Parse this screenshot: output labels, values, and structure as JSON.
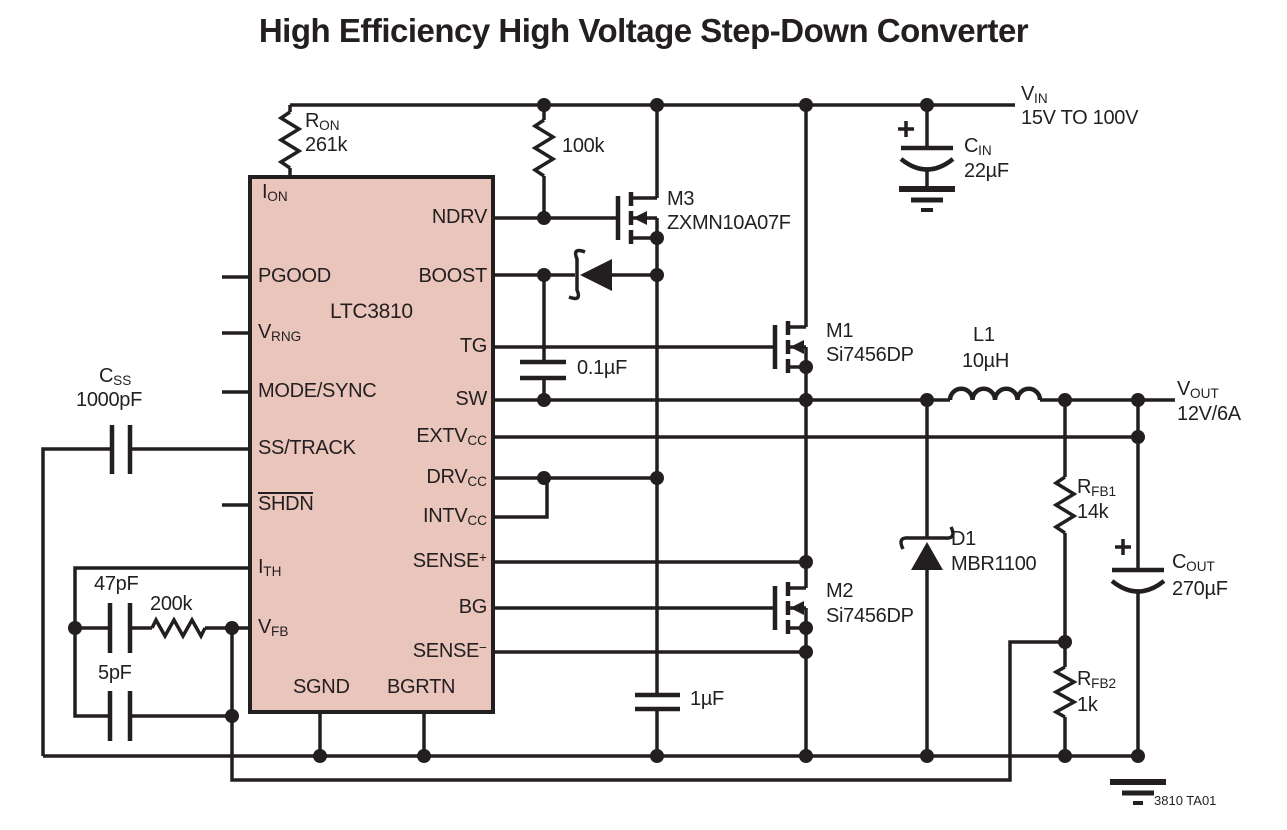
{
  "title": "High Efficiency High Voltage Step-Down Converter",
  "note": "3810 TA01",
  "colors": {
    "ink": "#231f20",
    "ic_fill": "#e9c5bb",
    "background": "#ffffff"
  },
  "ic": {
    "name": "LTC3810",
    "pins": {
      "ion": {
        "main": "I",
        "sub": "ON"
      },
      "pgood": {
        "main": "PGOOD"
      },
      "vrng": {
        "main": "V",
        "sub": "RNG"
      },
      "modesync": {
        "main": "MODE/SYNC"
      },
      "sstrack": {
        "main": "SS/TRACK"
      },
      "shdn": {
        "main": "SHDN"
      },
      "ith": {
        "main": "I",
        "sub": "TH"
      },
      "vfb": {
        "main": "V",
        "sub": "FB"
      },
      "sgnd": {
        "main": "SGND"
      },
      "bgrtn": {
        "main": "BGRTN"
      },
      "ndrv": {
        "main": "NDRV"
      },
      "boost": {
        "main": "BOOST"
      },
      "tg": {
        "main": "TG"
      },
      "sw": {
        "main": "SW"
      },
      "extvcc": {
        "main": "EXTV",
        "sub": "CC"
      },
      "drvcc": {
        "main": "DRV",
        "sub": "CC"
      },
      "intvcc": {
        "main": "INTV",
        "sub": "CC"
      },
      "sense_p": {
        "main": "SENSE",
        "sup": "+"
      },
      "bg": {
        "main": "BG"
      },
      "sense_m": {
        "main": "SENSE",
        "sup": "−"
      }
    }
  },
  "components": {
    "ron": {
      "des": "R",
      "des_sub": "ON",
      "value": "261k"
    },
    "r_ndrv": {
      "value": "100k"
    },
    "m3": {
      "des": "M3",
      "part": "ZXMN10A07F"
    },
    "c_boost": {
      "value": "0.1µF"
    },
    "m1": {
      "des": "M1",
      "part": "Si7456DP"
    },
    "m2": {
      "des": "M2",
      "part": "Si7456DP"
    },
    "l1": {
      "des": "L1",
      "value": "10µH"
    },
    "cin": {
      "des": "C",
      "des_sub": "IN",
      "value": "22µF"
    },
    "cout": {
      "des": "C",
      "des_sub": "OUT",
      "value": "270µF"
    },
    "d1": {
      "des": "D1",
      "part": "MBR1100"
    },
    "rfb1": {
      "des": "R",
      "des_sub": "FB1",
      "value": "14k"
    },
    "rfb2": {
      "des": "R",
      "des_sub": "FB2",
      "value": "1k"
    },
    "css": {
      "des": "C",
      "des_sub": "SS",
      "value": "1000pF"
    },
    "c_ith1": {
      "value": "47pF"
    },
    "r_ith": {
      "value": "200k"
    },
    "c_ith2": {
      "value": "5pF"
    },
    "c_drvcc": {
      "value": "1µF"
    }
  },
  "nets": {
    "vin": {
      "name": "V",
      "sub": "IN",
      "detail": "15V TO 100V"
    },
    "vout": {
      "name": "V",
      "sub": "OUT",
      "detail": "12V/6A"
    }
  }
}
